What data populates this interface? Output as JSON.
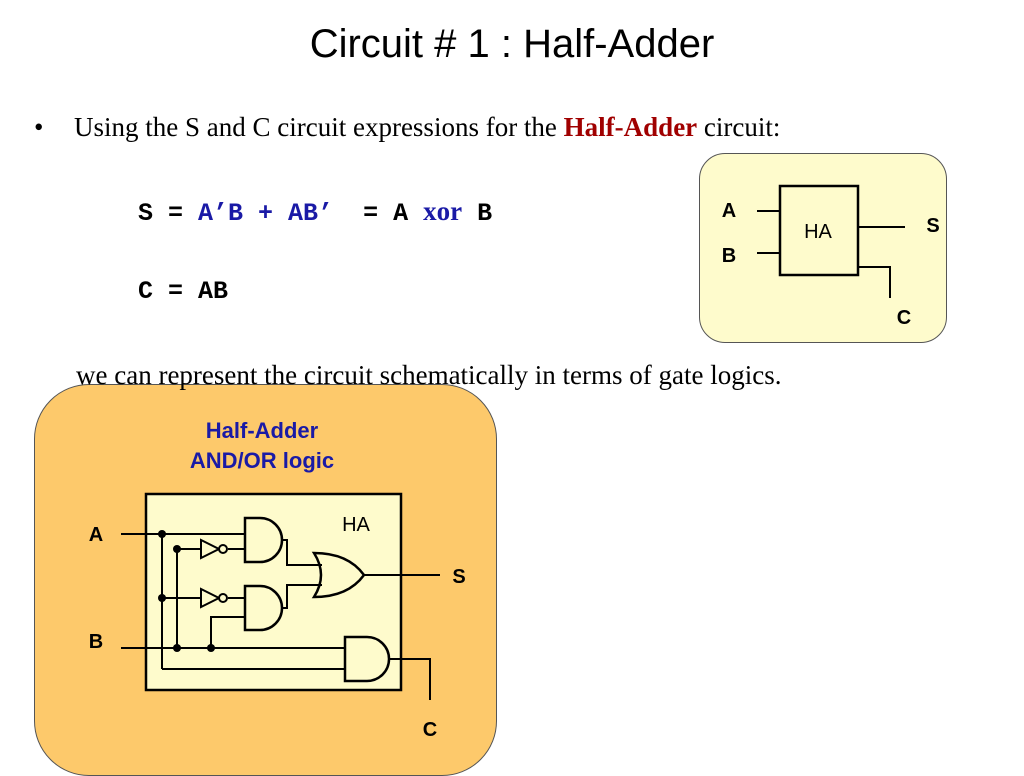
{
  "title": "Circuit # 1 : Half-Adder",
  "bullet": {
    "marker": "•",
    "text_before": "Using the S and C circuit expressions for the",
    "highlight": "Half-Adder",
    "text_after": "circuit:",
    "highlight_color": "#a00000"
  },
  "equations": {
    "s_lhs": "S =",
    "s_expr": "A’B + AB’",
    "s_eq": "= A",
    "s_op": "xor",
    "s_rhs": "B",
    "c_line": "C = AB",
    "expr_color": "#1a1aa6"
  },
  "paragraph": "we can represent the circuit schematically in terms of gate logics.",
  "block_diagram": {
    "input_a": "A",
    "input_b": "B",
    "box_label": "HA",
    "output_s": "S",
    "output_c": "C",
    "panel_color": "#fefbcc"
  },
  "gate_diagram": {
    "heading_line1": "Half-Adder",
    "heading_line2": "AND/OR logic",
    "heading_color": "#1a1aa6",
    "box_label": "HA",
    "input_a": "A",
    "input_b": "B",
    "output_s": "S",
    "output_c": "C",
    "panel_color": "#fdc96b",
    "box_color": "#fefbcc"
  }
}
